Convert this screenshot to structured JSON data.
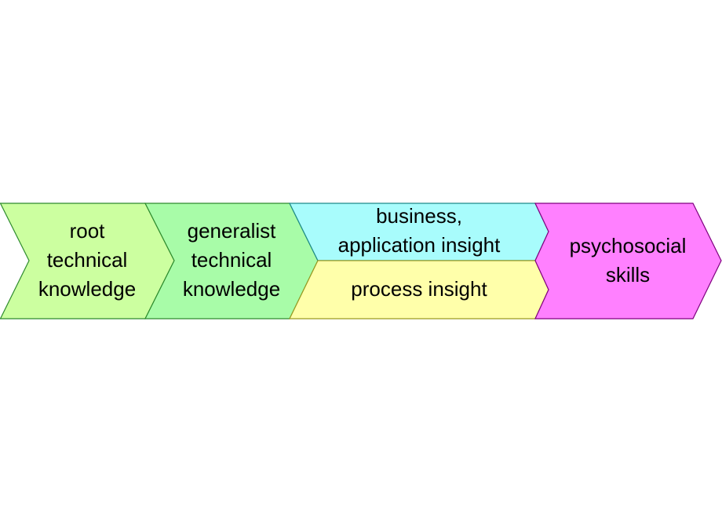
{
  "diagram": {
    "type": "chevron-process-flow",
    "stages": [
      {
        "id": "root",
        "lines": [
          "root",
          "technical",
          "knowledge"
        ],
        "fill": "#CCFFA0",
        "stroke": "#2E8B2E"
      },
      {
        "id": "generalist",
        "lines": [
          "generalist",
          "technical",
          "knowledge"
        ],
        "fill": "#A8FCA8",
        "stroke": "#2E8B2E"
      },
      {
        "id": "business",
        "lines": [
          "business,",
          "application insight"
        ],
        "fill": "#A8FCFC",
        "stroke": "#1E8A8A"
      },
      {
        "id": "process",
        "lines": [
          "process insight"
        ],
        "fill": "#FFFFAA",
        "stroke": "#9A9A20"
      },
      {
        "id": "psychosocial",
        "lines": [
          "psychosocial",
          "skills"
        ],
        "fill": "#FF80FF",
        "stroke": "#800080"
      }
    ]
  }
}
